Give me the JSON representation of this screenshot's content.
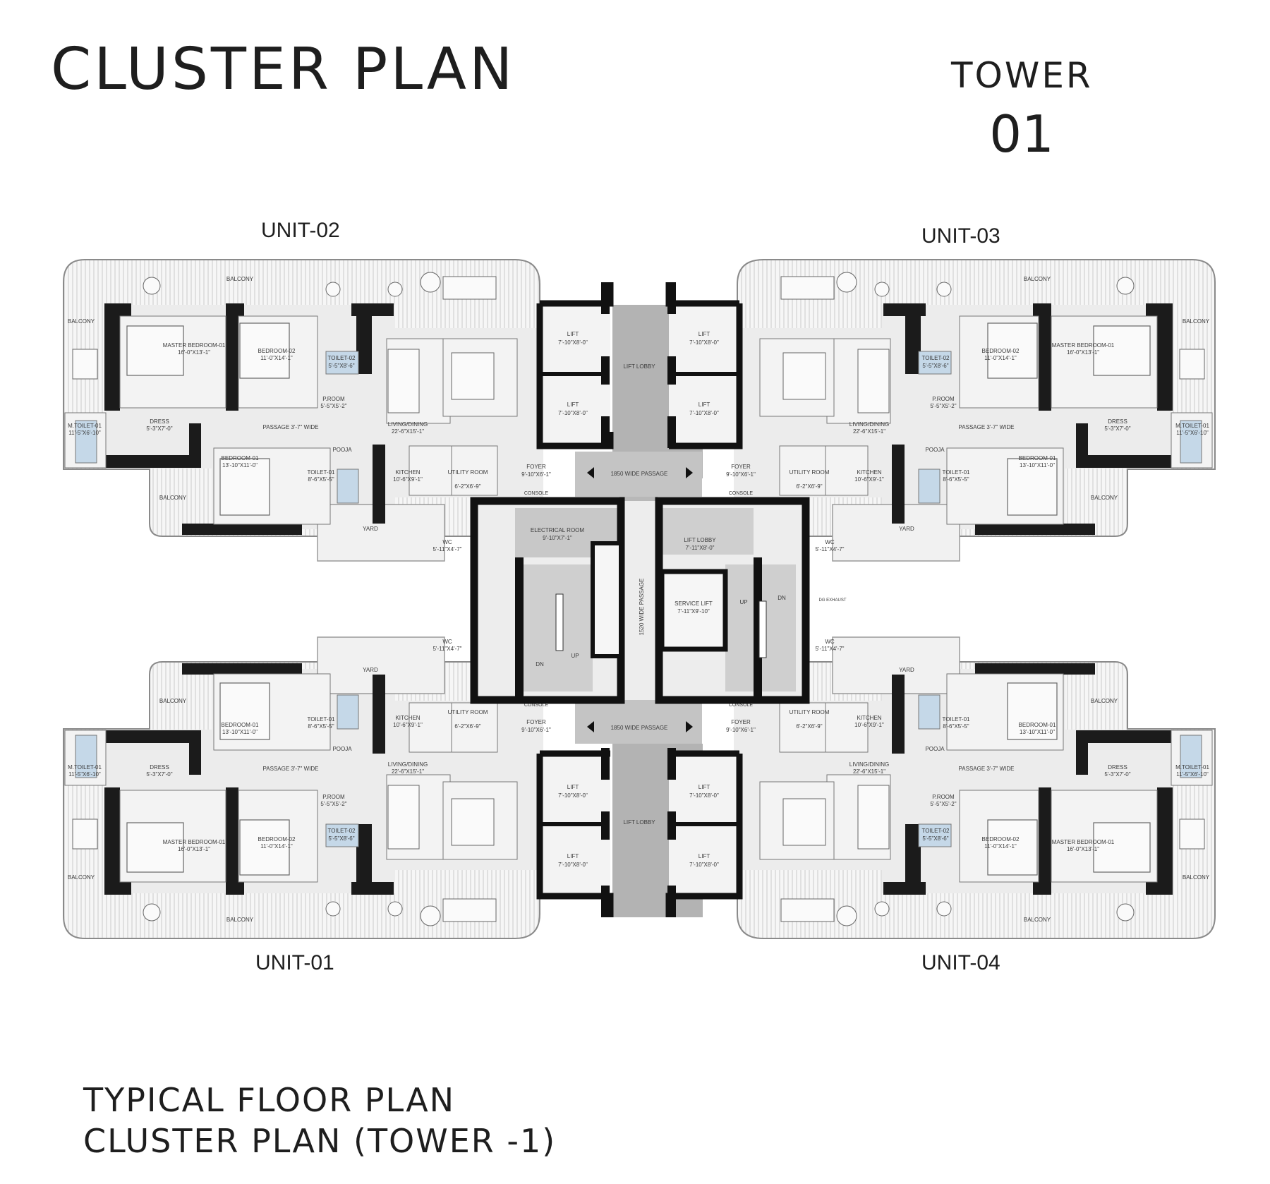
{
  "title": "CLUSTER PLAN",
  "tower": {
    "label": "TOWER",
    "number": "01"
  },
  "units": {
    "unit01": "UNIT-01",
    "unit02": "UNIT-02",
    "unit03": "UNIT-03",
    "unit04": "UNIT-04"
  },
  "rooms": {
    "balcony": "BALCONY",
    "master_bedroom": "MASTER BEDROOM-01",
    "master_bedroom_size": "16'-0\"X13'-1\"",
    "bedroom02": "BEDROOM-02",
    "bedroom02_size": "11'-0\"X14'-1\"",
    "toilet02": "TOILET-02",
    "toilet02_size": "5'-5\"X8'-6\"",
    "proom": "P.ROOM",
    "proom_size": "5'-5\"X5'-2\"",
    "m_toilet": "M.TOILET-01",
    "m_toilet_size": "11'-5\"X6'-10\"",
    "dress": "DRESS",
    "dress_size": "5'-3\"X7'-0\"",
    "passage": "PASSAGE 3'-7\" WIDE",
    "living": "LIVING/DINING",
    "living_size": "22'-6\"X15'-1\"",
    "bedroom01": "BEDROOM-01",
    "bedroom01_size": "13'-10\"X11'-0\"",
    "toilet01": "TOILET-01",
    "toilet01_size": "8'-6\"X5'-5\"",
    "pooja": "POOJA",
    "kitchen": "KITCHEN",
    "kitchen_size": "10'-6\"X9'-1\"",
    "utility": "UTILITY ROOM",
    "utility_size": "6'-2\"X6'-9\"",
    "foyer": "FOYER",
    "foyer_size": "9'-10\"X6'-1\"",
    "console": "CONSOLE",
    "yard": "YARD",
    "wc": "WC",
    "wc_size": "5'-11\"X4'-7\""
  },
  "core": {
    "lift": "LIFT",
    "lift_size": "7'-10\"X8'-0\"",
    "lift_lobby": "LIFT LOBBY",
    "wide_passage": "1850 WIDE PASSAGE",
    "electrical_room": "ELECTRICAL ROOM",
    "electrical_size": "9'-10\"X7'-1\"",
    "lift_lobby_core": "LIFT LOBBY",
    "lift_lobby_core_size": "7'-11\"X8'-0\"",
    "service_lift": "SERVICE LIFT",
    "service_lift_size": "7'-11\"X9'-10\"",
    "passage_1520": "1520 WIDE PASSAGE",
    "up": "UP",
    "dn": "DN",
    "dg_exhaust": "DG EXHAUST"
  },
  "captions": {
    "line1": "TYPICAL FLOOR PLAN",
    "line2": "CLUSTER PLAN (TOWER -1)"
  }
}
